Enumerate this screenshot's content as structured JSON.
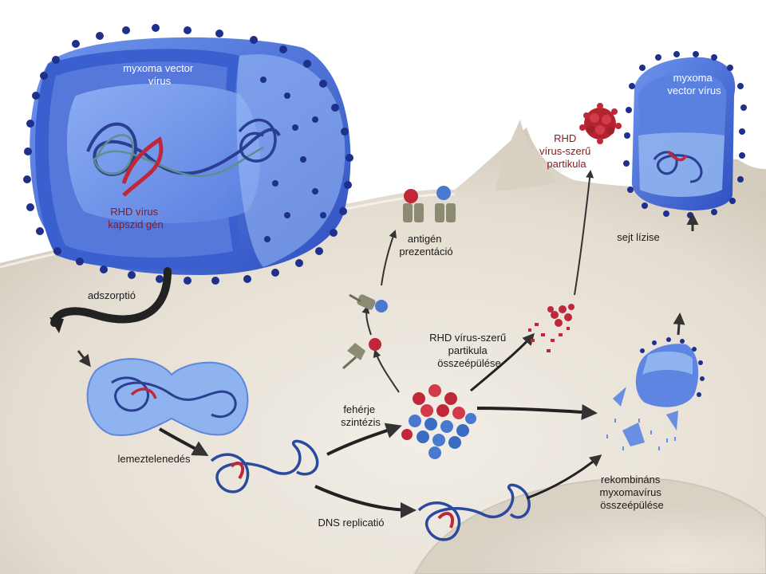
{
  "labels": {
    "myxoma_vector_left": [
      "myxoma vector",
      "vírus"
    ],
    "rhd_capsid_gene": [
      "RHD vírus",
      "kapszid gén"
    ],
    "adsorption": "adszorptió",
    "uncoating": "lemeztelenedés",
    "dna_replication": "DNS replicatió",
    "protein_synthesis": [
      "fehérje",
      "szintézis"
    ],
    "antigen_presentation": [
      "antigén",
      "prezentáció"
    ],
    "rhd_vlp_assembly": [
      "RHD vírus-szerű",
      "partikula",
      "összeépülése"
    ],
    "rhd_vlp": [
      "RHD",
      "vírus-szerű",
      "partikula"
    ],
    "myxoma_vector_right": [
      "myxoma",
      "vector vírus"
    ],
    "cell_lysis": "sejt lízise",
    "recombinant_assembly": [
      "rekombináns",
      "myxomavírus",
      "összeépülése"
    ]
  },
  "colors": {
    "virus_blue": "#4a73d9",
    "virus_dark": "#2b46a8",
    "spike": "#1e2f8c",
    "rhd_red": "#c0283a",
    "label_red": "#8b1a24",
    "cell": "#e8e2d8"
  }
}
